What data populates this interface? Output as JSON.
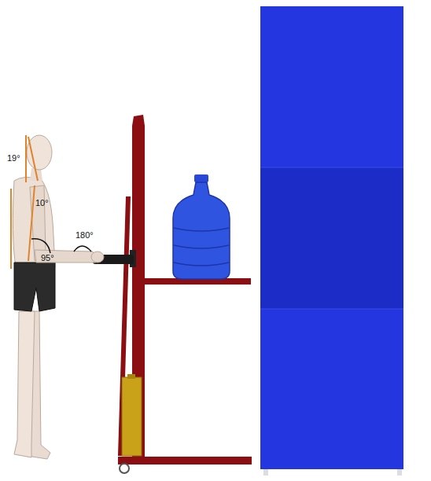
{
  "diagram": {
    "labels": [
      "19°",
      "10°",
      "95°",
      "180°"
    ]
  }
}
